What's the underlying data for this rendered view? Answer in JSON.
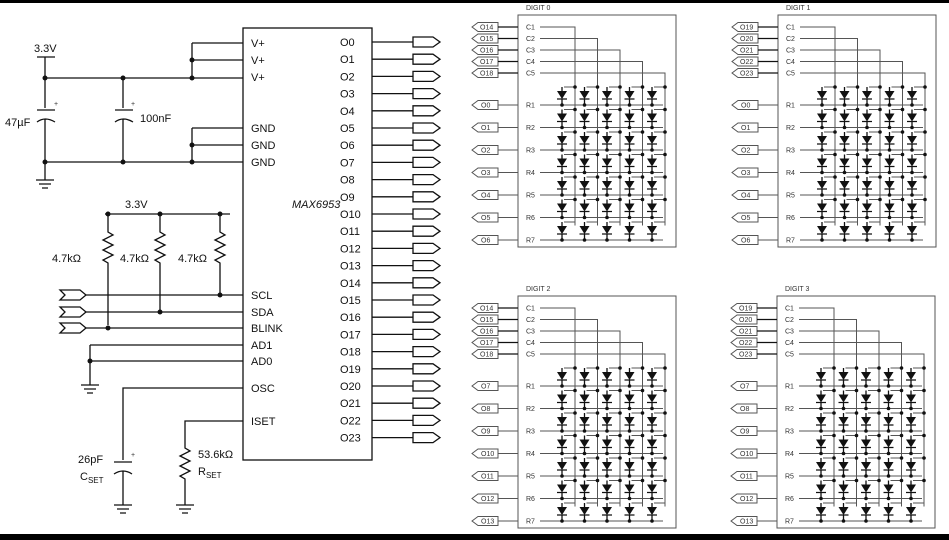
{
  "ic": {
    "name": "MAX6953",
    "left_pins": {
      "vplus": "V+",
      "gnd": "GND",
      "scl": "SCL",
      "sda": "SDA",
      "blink": "BLINK",
      "ad1": "AD1",
      "ad0": "AD0",
      "osc": "OSC",
      "iset": "ISET"
    },
    "outputs": [
      "O0",
      "O1",
      "O2",
      "O3",
      "O4",
      "O5",
      "O6",
      "O7",
      "O8",
      "O9",
      "O10",
      "O11",
      "O12",
      "O13",
      "O14",
      "O15",
      "O16",
      "O17",
      "O18",
      "O19",
      "O20",
      "O21",
      "O22",
      "O23"
    ]
  },
  "power": {
    "supply_top": "3.3V",
    "supply_pullup": "3.3V",
    "cap_bulk": "47µF",
    "cap_bypass": "100nF"
  },
  "pullups": [
    "4.7kΩ",
    "4.7kΩ",
    "4.7kΩ"
  ],
  "osc": {
    "cap_value": "26pF",
    "cap_name": "C",
    "cap_sub": "SET"
  },
  "iset": {
    "res_value": "53.6kΩ",
    "res_name": "R",
    "res_sub": "SET"
  },
  "digits": [
    {
      "title": "DIGIT 0",
      "col_ports": [
        "O14",
        "O15",
        "O16",
        "O17",
        "O18"
      ],
      "row_ports": [
        "O0",
        "O1",
        "O2",
        "O3",
        "O4",
        "O5",
        "O6"
      ]
    },
    {
      "title": "DIGIT 1",
      "col_ports": [
        "O19",
        "O20",
        "O21",
        "O22",
        "O23"
      ],
      "row_ports": [
        "O0",
        "O1",
        "O2",
        "O3",
        "O4",
        "O5",
        "O6"
      ]
    },
    {
      "title": "DIGIT 2",
      "col_ports": [
        "O14",
        "O15",
        "O16",
        "O17",
        "O18"
      ],
      "row_ports": [
        "O7",
        "O8",
        "O9",
        "O10",
        "O11",
        "O12",
        "O13"
      ]
    },
    {
      "title": "DIGIT 3",
      "col_ports": [
        "O19",
        "O20",
        "O21",
        "O22",
        "O23"
      ],
      "row_ports": [
        "O7",
        "O8",
        "O9",
        "O10",
        "O11",
        "O12",
        "O13"
      ]
    }
  ],
  "matrix_labels": {
    "cols": [
      "C1",
      "C2",
      "C3",
      "C4",
      "C5"
    ],
    "rows": [
      "R1",
      "R2",
      "R3",
      "R4",
      "R5",
      "R6",
      "R7"
    ]
  }
}
